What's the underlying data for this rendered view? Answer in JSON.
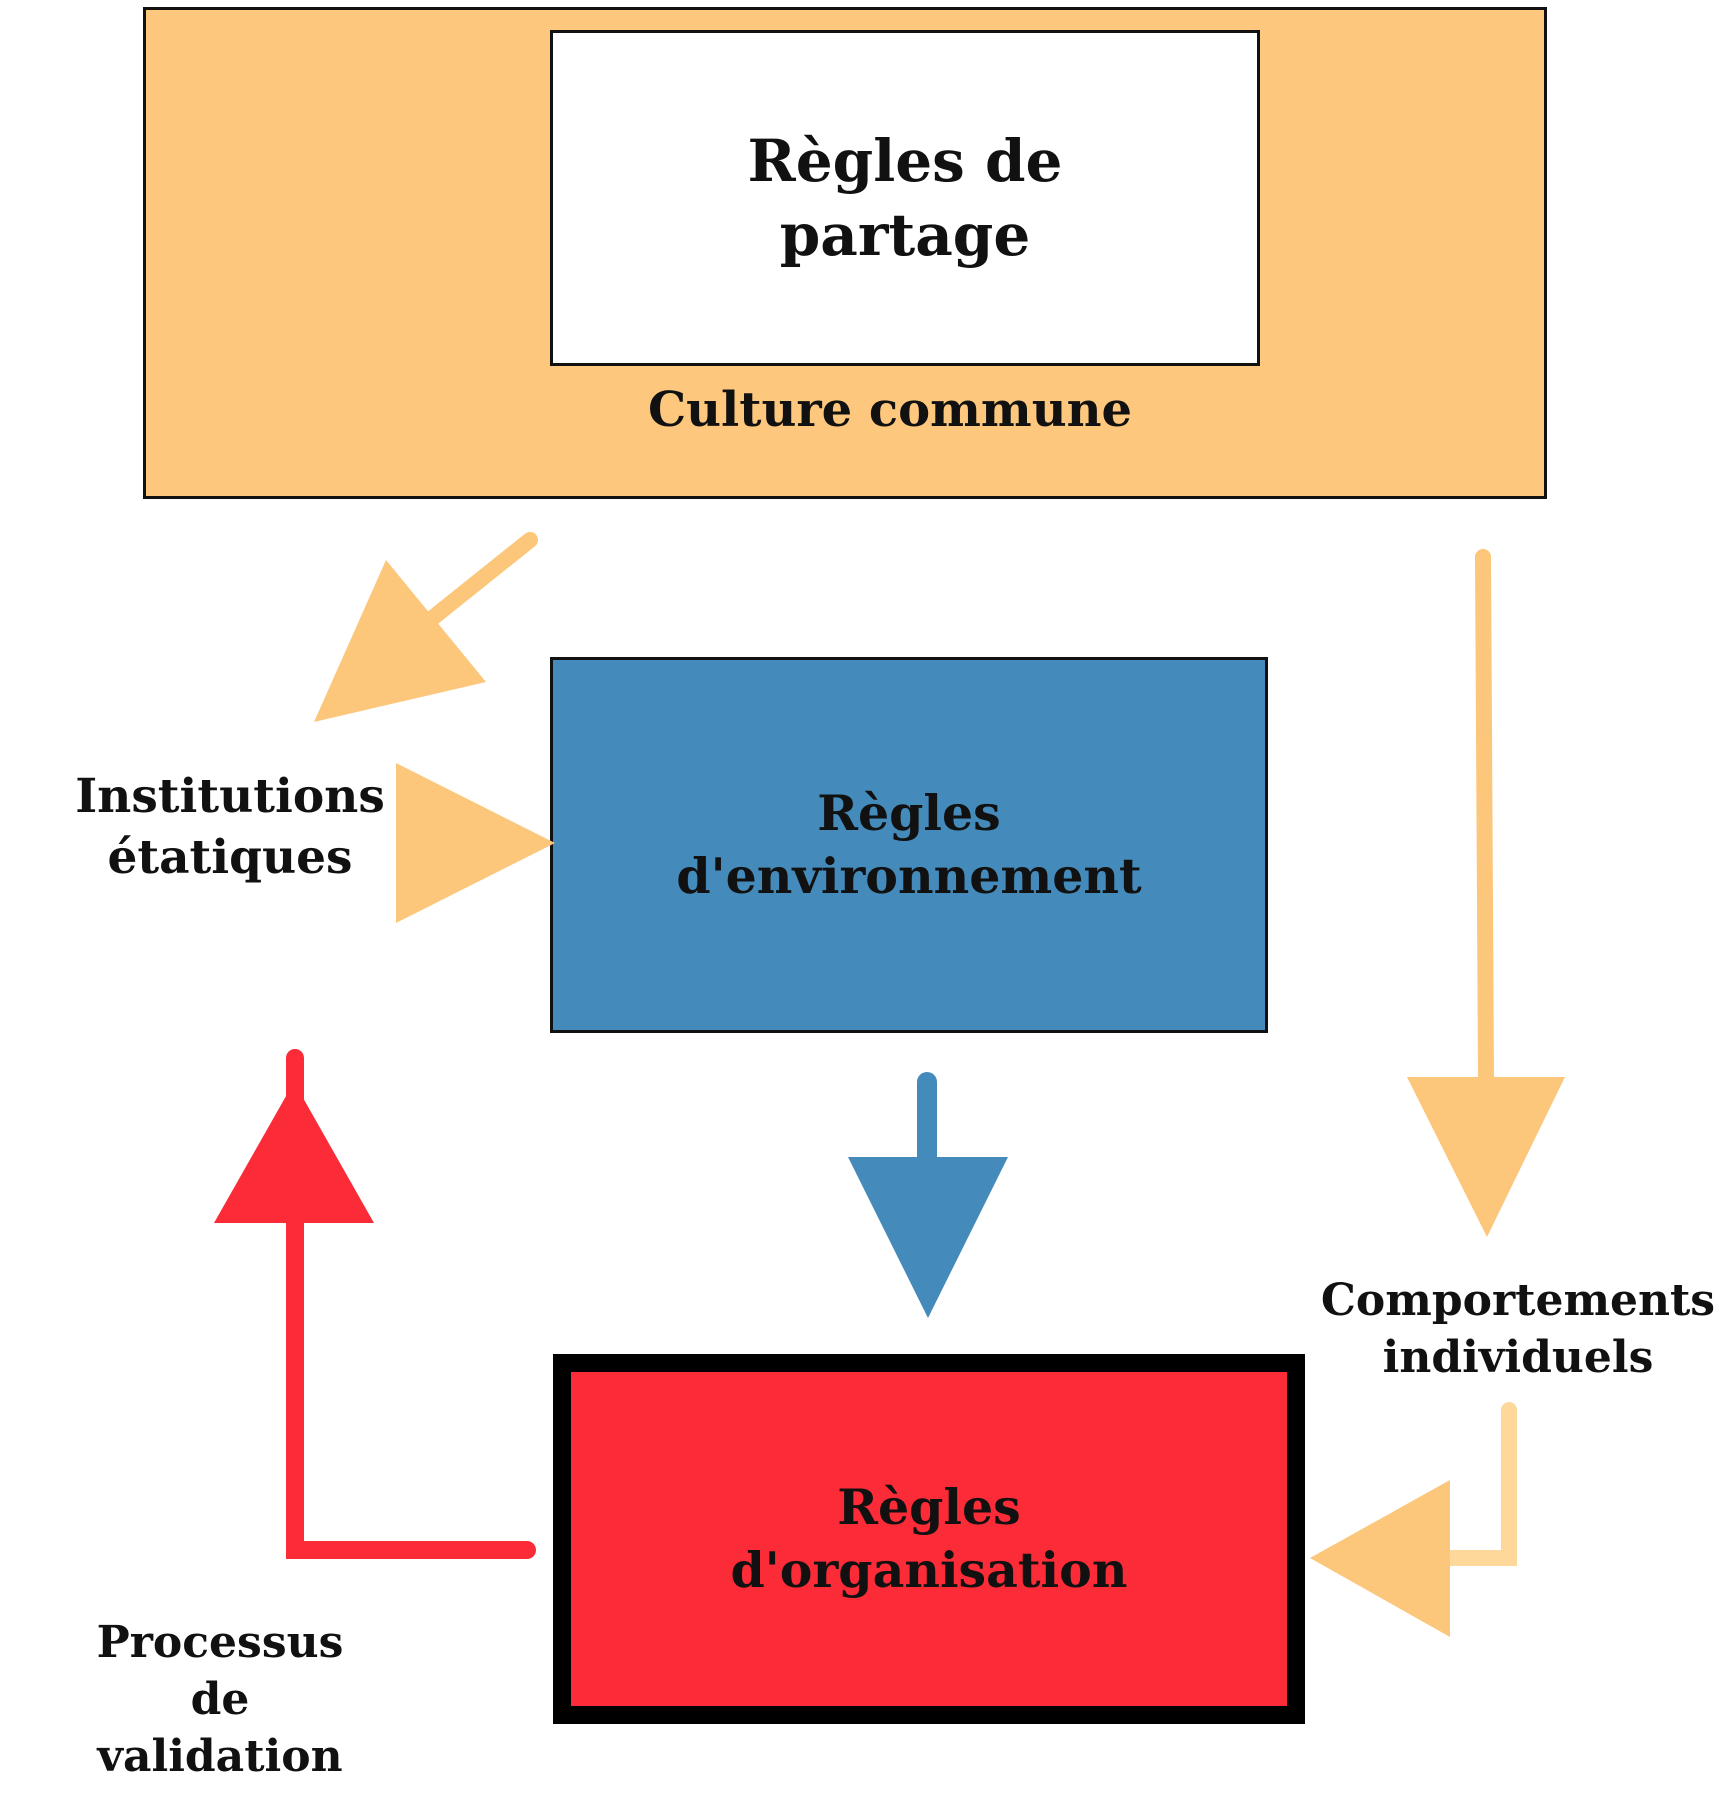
{
  "culture": {
    "label": "Culture commune"
  },
  "partage": {
    "line1": "Règles de",
    "line2": "partage"
  },
  "environnement": {
    "line1": "Règles",
    "line2": "d'environnement"
  },
  "organisation": {
    "line1": "Règles",
    "line2": "d'organisation"
  },
  "institutions": {
    "line1": "Institutions",
    "line2": "étatiques"
  },
  "comportements": {
    "line1": "Comportements",
    "line2": "individuels"
  },
  "processus": {
    "line1": "Processus",
    "line2": "de",
    "line3": "validation"
  },
  "colors": {
    "culture_fill": "#FDC87D",
    "arrow_orange": "#FCC67B",
    "arrow_light_orange": "#FDD89A",
    "environment_blue": "#448ABA",
    "organisation_red": "#FC2B38"
  }
}
